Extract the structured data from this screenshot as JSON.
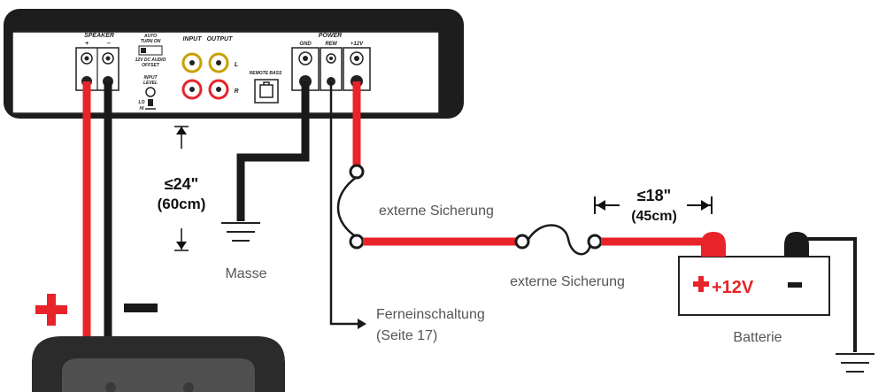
{
  "amplifier": {
    "speaker_label": "SPEAKER",
    "speaker_plus": "+",
    "speaker_minus": "–",
    "auto_turn_on": [
      "AUTO",
      "TURN ON"
    ],
    "turn_on_modes": "12V  DC  AUDIO",
    "offset": "OFFSET",
    "input_level": [
      "INPUT",
      "LEVEL"
    ],
    "lo": "LO",
    "hi": "HI",
    "input": "INPUT",
    "output": "OUTPUT",
    "l": "L",
    "r": "R",
    "remote_bass": "REMOTE BASS",
    "power": "POWER",
    "gnd": "GND",
    "rem": "REM",
    "plus12v": "+12V"
  },
  "labels": {
    "max_ground": "≤24\"",
    "max_ground_cm": "(60cm)",
    "masse": "Masse",
    "fuse1": "externe Sicherung",
    "fuse2": "externe Sicherung",
    "max_fuse": "≤18\"",
    "max_fuse_cm": "(45cm)",
    "remote": "Ferneinschaltung",
    "remote_page": "(Seite 17)",
    "battery_plus": "+12V",
    "battery_minus": "–",
    "battery": "Batterie",
    "speaker_plus_big": "+",
    "speaker_minus_big": "–"
  },
  "colors": {
    "red_wire": "#e8232a",
    "black_wire": "#1a1a1a",
    "speaker_body": "#2b2b2b"
  }
}
